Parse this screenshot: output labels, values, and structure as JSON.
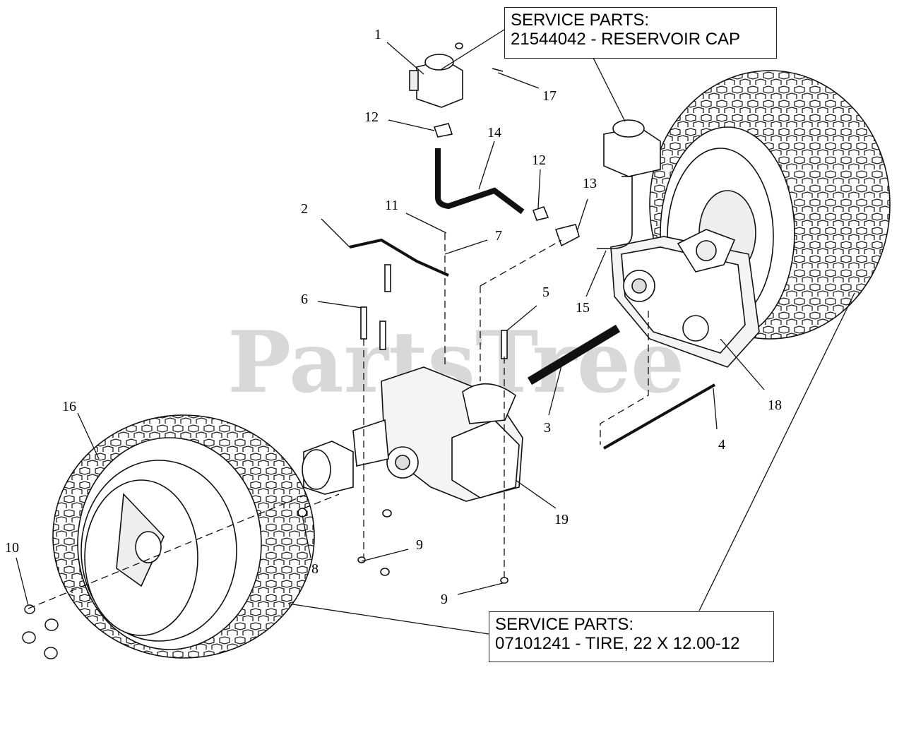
{
  "watermark": "PartsTree",
  "service_boxes": [
    {
      "id": "reservoir",
      "heading": "SERVICE PARTS:",
      "part": "21544042 - RESERVOIR CAP"
    },
    {
      "id": "tire",
      "heading": "SERVICE PARTS:",
      "part": "07101241 - TIRE, 22 X 12.00-12"
    }
  ],
  "callouts": {
    "c1": "1",
    "c2": "2",
    "c3": "3",
    "c4": "4",
    "c5": "5",
    "c6": "6",
    "c7": "7",
    "c8": "8",
    "c9a": "9",
    "c9b": "9",
    "c10": "10",
    "c11": "11",
    "c12a": "12",
    "c12b": "12",
    "c13": "13",
    "c14": "14",
    "c15": "15",
    "c16": "16",
    "c17": "17",
    "c18": "18",
    "c19": "19"
  },
  "colors": {
    "line": "#111111",
    "watermark": "#b8b8b8"
  }
}
